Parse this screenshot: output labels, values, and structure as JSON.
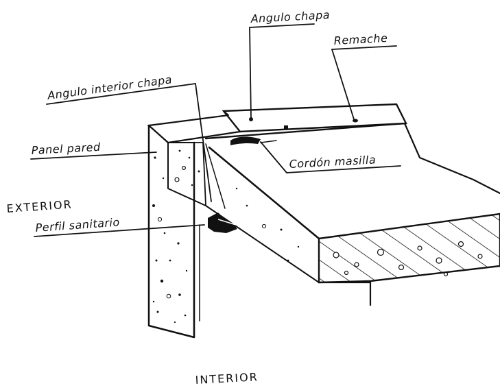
{
  "labels": {
    "angulo_chapa": "Angulo chapa",
    "remache": "Remache",
    "angulo_interior_chapa": "Angulo interior chapa",
    "panel_pared": "Panel pared",
    "cordon_masilla": "Cordón masilla",
    "exterior": "EXTERIOR",
    "perfil_sanitario": "Perfil sanitario",
    "interior": "INTERIOR"
  },
  "colors": {
    "ink": "#111111",
    "paper": "#ffffff"
  }
}
